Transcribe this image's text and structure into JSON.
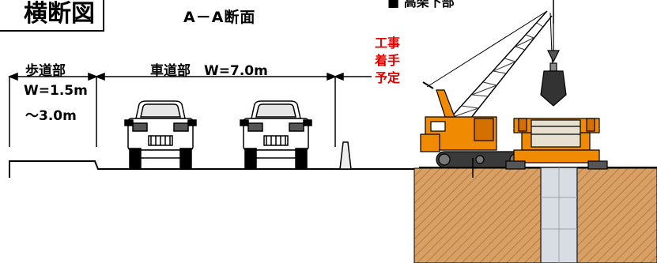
{
  "diagram": {
    "title": "横断図",
    "section_label": "A－A断面",
    "crane_label_partial": "■ 高架下部",
    "sidewalk": {
      "label": "歩道部",
      "width_min": "W=1.5m",
      "width_max": "～3.0m"
    },
    "roadway": {
      "label": "車道部　W=7.0m"
    },
    "construction_note": {
      "lines": [
        "工事",
        "着手",
        "予定"
      ],
      "color": "#e00000"
    },
    "colors": {
      "soil": "#d9a066",
      "crane_orange": "#f08a00",
      "pile": "#d8dde3"
    }
  }
}
